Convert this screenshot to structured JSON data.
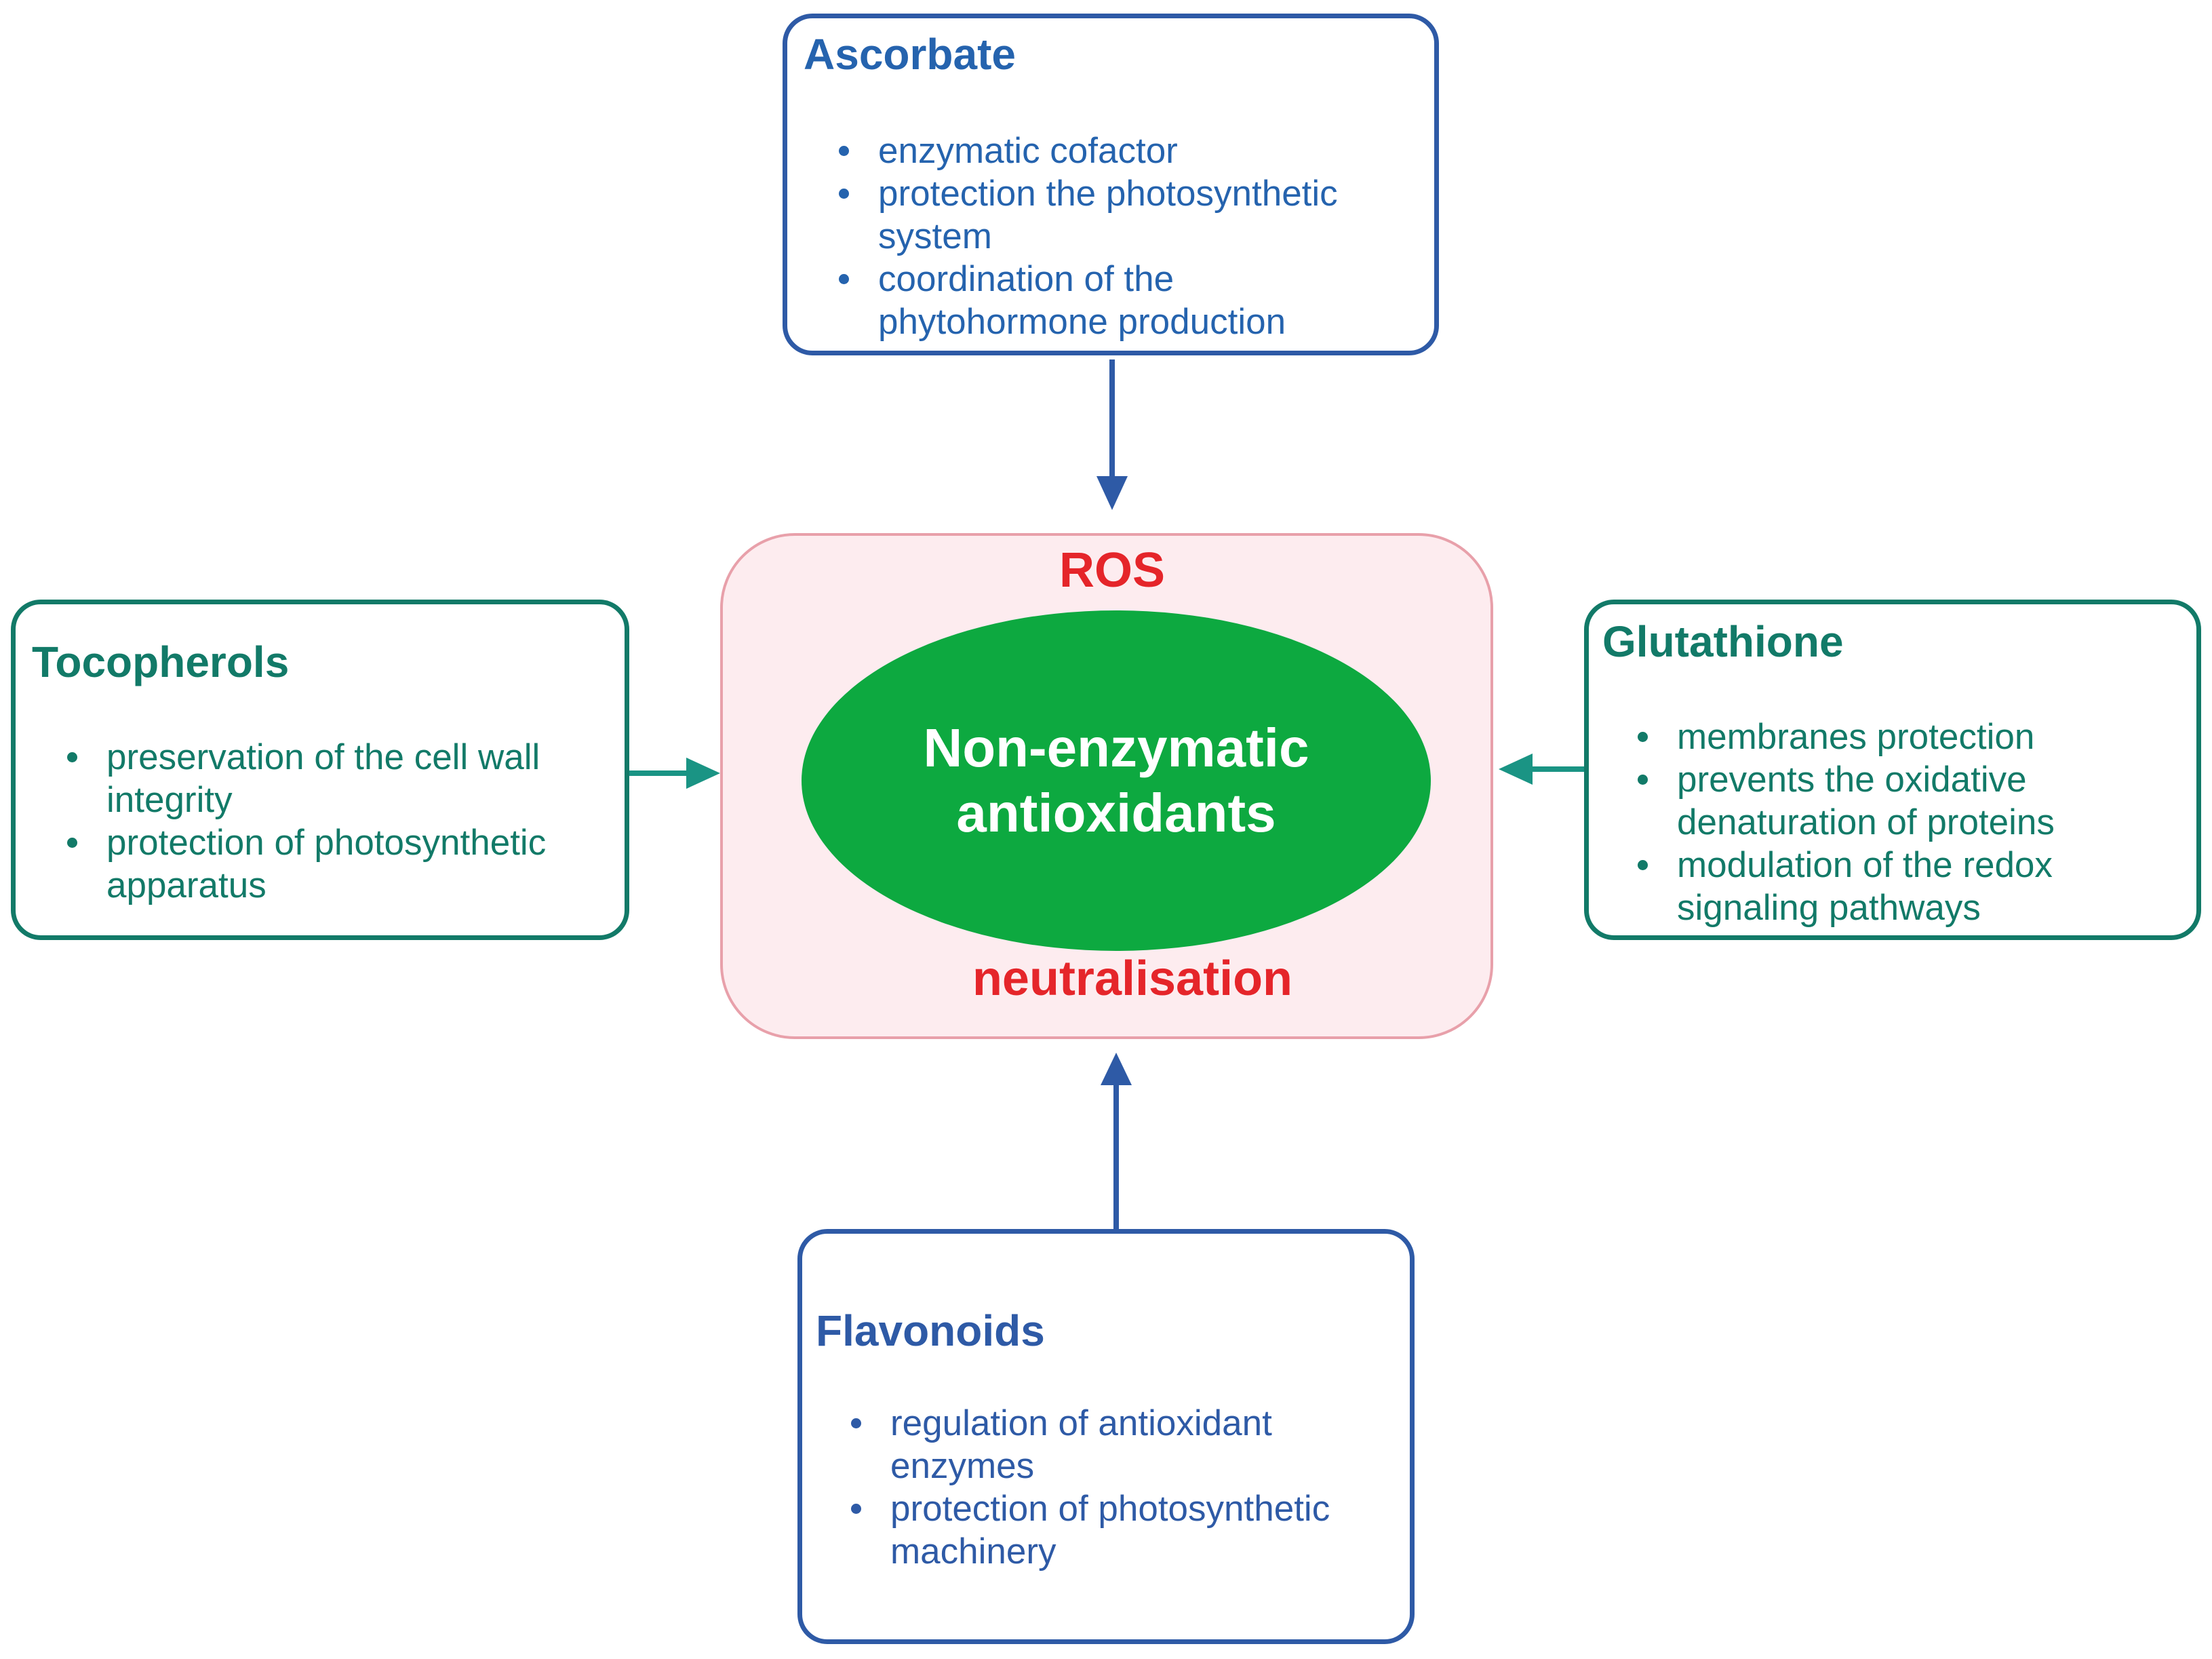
{
  "colors": {
    "blue": "#2e5aa6",
    "ascorbate_blue": "#2563ae",
    "teal": "#127a68",
    "teal_arrow": "#1a9484",
    "red": "#e5252a",
    "green_fill": "#0da940",
    "pink_fill": "#fdecef"
  },
  "center": {
    "top_label": "ROS",
    "ellipse_text": "Non-enzymatic antioxidants",
    "bottom_label": "neutralisation"
  },
  "nodes": {
    "ascorbate": {
      "title": "Ascorbate",
      "items": [
        "enzymatic cofactor",
        "protection the photosynthetic system",
        "coordination of the phytohormone production"
      ]
    },
    "tocopherols": {
      "title": "Tocopherols",
      "items": [
        "preservation of the cell wall integrity",
        "protection of photosynthetic apparatus"
      ]
    },
    "glutathione": {
      "title": "Glutathione",
      "items": [
        "membranes protection",
        "prevents the oxidative denaturation of proteins",
        "modulation of the redox signaling pathways"
      ]
    },
    "flavonoids": {
      "title": "Flavonoids",
      "items": [
        "regulation of antioxidant enzymes",
        "protection of photosynthetic machinery"
      ]
    }
  }
}
